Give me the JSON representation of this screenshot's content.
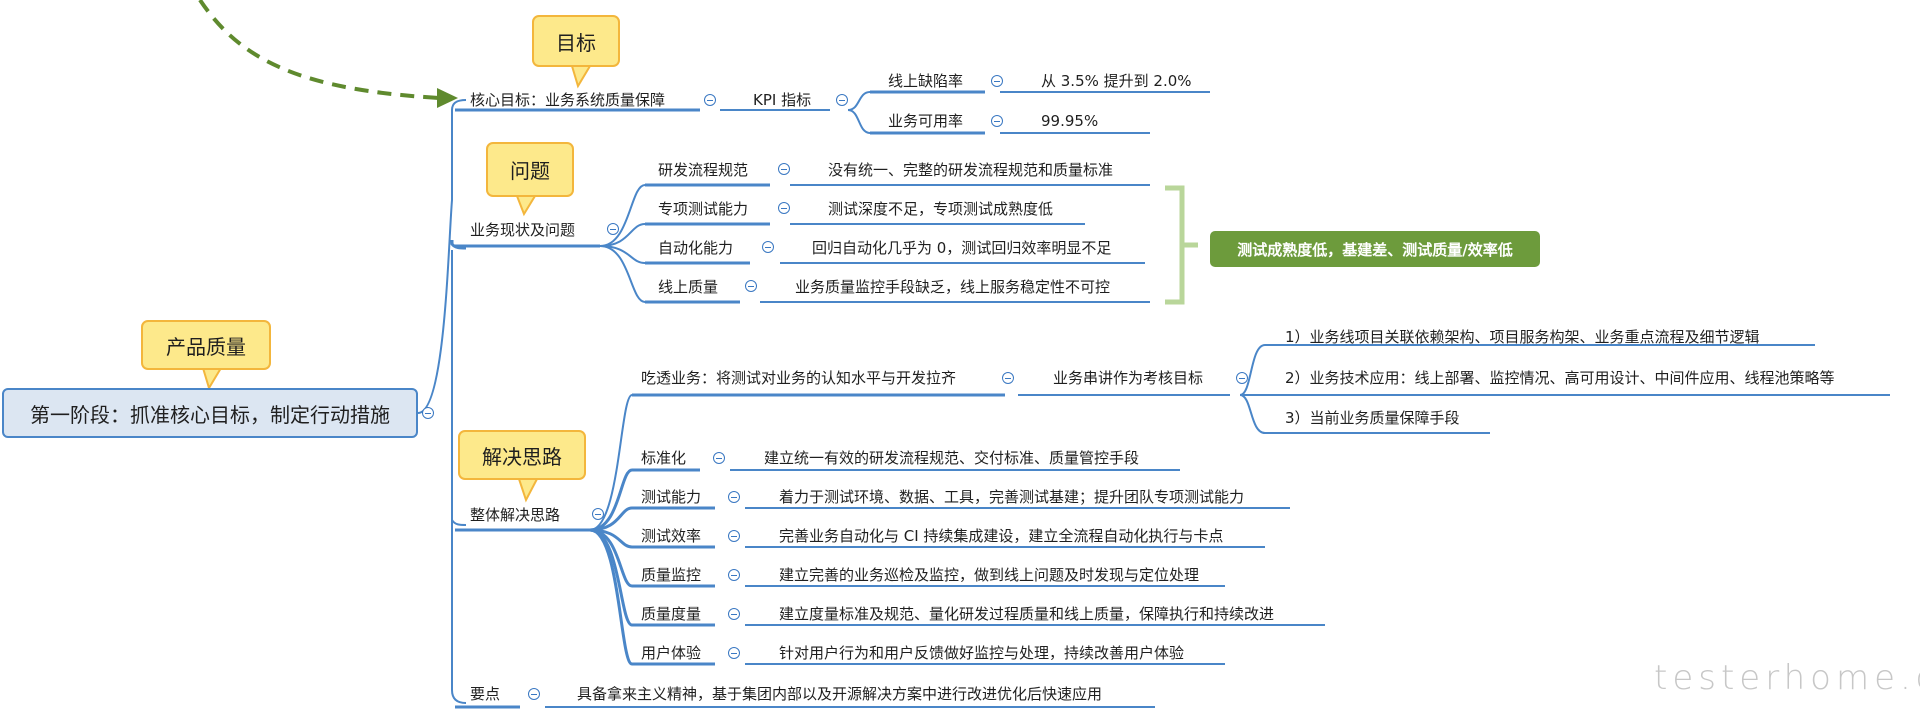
{
  "root": {
    "label": "第一阶段：抓准核心目标，制定行动措施"
  },
  "notes": {
    "product_quality": "产品质量",
    "goal": "目标",
    "problem": "问题",
    "solution": "解决思路"
  },
  "branches": {
    "core_goal": {
      "label": "核心目标：业务系统质量保障",
      "kpi": {
        "label": "KPI 指标",
        "items": [
          {
            "label": "线上缺陷率",
            "value": "从 3.5% 提升到 2.0%"
          },
          {
            "label": "业务可用率",
            "value": "99.95%"
          }
        ]
      }
    },
    "status": {
      "label": "业务现状及问题",
      "items": [
        {
          "label": "研发流程规范",
          "detail": "没有统一、完整的研发流程规范和质量标准"
        },
        {
          "label": "专项测试能力",
          "detail": "测试深度不足，专项测试成熟度低"
        },
        {
          "label": "自动化能力",
          "detail": "回归自动化几乎为 0，测试回归效率明显不足"
        },
        {
          "label": "线上质量",
          "detail": "业务质量监控手段缺乏，线上服务稳定性不可控"
        }
      ],
      "summary": "测试成熟度低，基建差、测试质量/效率低"
    },
    "overall": {
      "label": "整体解决思路",
      "first": {
        "label": "吃透业务：将测试对业务的认知水平与开发拉齐",
        "child": "业务串讲作为考核目标",
        "points": [
          "1）业务线项目关联依赖架构、项目服务构架、业务重点流程及细节逻辑",
          "2）业务技术应用：线上部署、监控情况、高可用设计、中间件应用、线程池策略等",
          "3）当前业务质量保障手段"
        ]
      },
      "items": [
        {
          "label": "标准化",
          "detail": "建立统一有效的研发流程规范、交付标准、质量管控手段"
        },
        {
          "label": "测试能力",
          "detail": "着力于测试环境、数据、工具，完善测试基建；提升团队专项测试能力"
        },
        {
          "label": "测试效率",
          "detail": "完善业务自动化与 CI 持续集成建设，建立全流程自动化执行与卡点"
        },
        {
          "label": "质量监控",
          "detail": "建立完善的业务巡检及监控，做到线上问题及时发现与定位处理"
        },
        {
          "label": "质量度量",
          "detail": "建立度量标准及规范、量化研发过程质量和线上质量，保障执行和持续改进"
        },
        {
          "label": "用户体验",
          "detail": "针对用户行为和用户反馈做好监控与处理，持续改善用户体验"
        }
      ]
    },
    "key_points": {
      "label": "要点",
      "detail": "具备拿来主义精神，基于集团内部以及开源解决方案中进行改进优化后快速应用"
    }
  },
  "watermark": "testerhome.com",
  "colors": {
    "line": "#4a86c8",
    "note_fill": "#fde98b",
    "note_border": "#f3b63c",
    "summary": "#6d9b3c",
    "arrow": "#5f8a2e",
    "bracket": "#b9d69a"
  }
}
